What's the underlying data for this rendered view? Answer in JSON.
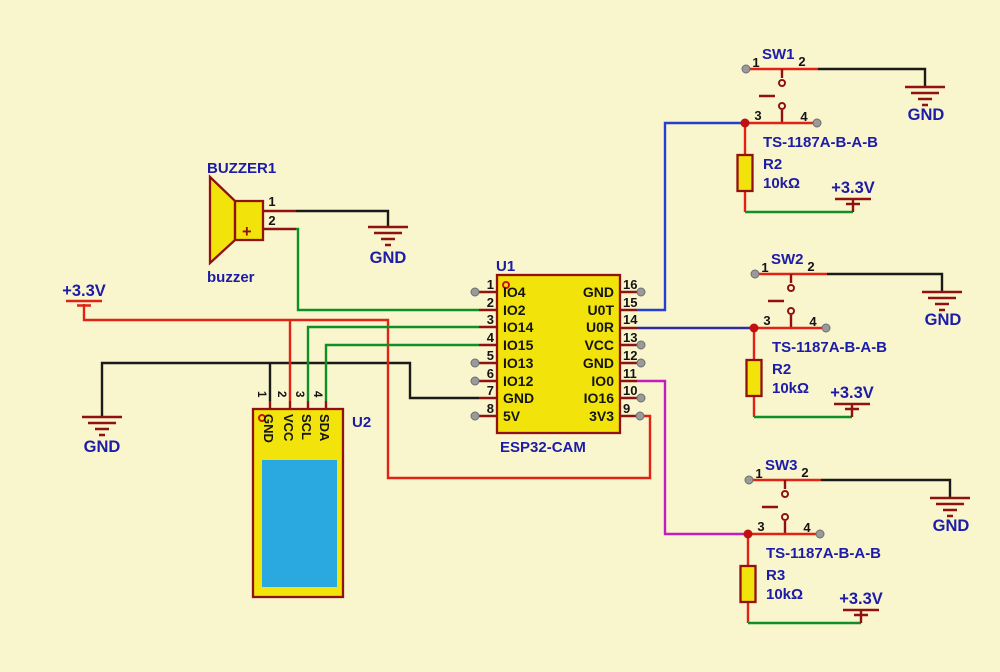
{
  "labels": {
    "gnd": "GND",
    "v33": "+3.3V"
  },
  "buzzer": {
    "ref": "BUZZER1",
    "value": "buzzer",
    "pin1": "1",
    "pin2": "2",
    "polarity": "+"
  },
  "u1": {
    "ref": "U1",
    "value": "ESP32-CAM",
    "left": [
      {
        "n": "1",
        "name": "IO4"
      },
      {
        "n": "2",
        "name": "IO2"
      },
      {
        "n": "3",
        "name": "IO14"
      },
      {
        "n": "4",
        "name": "IO15"
      },
      {
        "n": "5",
        "name": "IO13"
      },
      {
        "n": "6",
        "name": "IO12"
      },
      {
        "n": "7",
        "name": "GND"
      },
      {
        "n": "8",
        "name": "5V"
      }
    ],
    "right": [
      {
        "n": "16",
        "name": "GND"
      },
      {
        "n": "15",
        "name": "U0T"
      },
      {
        "n": "14",
        "name": "U0R"
      },
      {
        "n": "13",
        "name": "VCC"
      },
      {
        "n": "12",
        "name": "GND"
      },
      {
        "n": "11",
        "name": "IO0"
      },
      {
        "n": "10",
        "name": "IO16"
      },
      {
        "n": "9",
        "name": "3V3"
      }
    ]
  },
  "u2": {
    "ref": "U2",
    "pins": [
      {
        "n": "1",
        "name": "GND"
      },
      {
        "n": "2",
        "name": "VCC"
      },
      {
        "n": "3",
        "name": "SCL"
      },
      {
        "n": "4",
        "name": "SDA"
      }
    ]
  },
  "switches": [
    {
      "ref": "SW1",
      "part": "TS-1187A-B-A-B",
      "res_ref": "R2",
      "res_value": "10kΩ",
      "p1": "1",
      "p2": "2",
      "p3": "3",
      "p4": "4"
    },
    {
      "ref": "SW2",
      "part": "TS-1187A-B-A-B",
      "res_ref": "R2",
      "res_value": "10kΩ",
      "p1": "1",
      "p2": "2",
      "p3": "3",
      "p4": "4"
    },
    {
      "ref": "SW3",
      "part": "TS-1187A-B-A-B",
      "res_ref": "R3",
      "res_value": "10kΩ",
      "p1": "1",
      "p2": "2",
      "p3": "3",
      "p4": "4"
    }
  ],
  "colors": {
    "background": "#f9f5cd",
    "component_fill": "#f2e40a",
    "outline_maroon": "#8f1111",
    "label_blue": "#1c1ca8",
    "wire_black": "#1a1a1a",
    "wire_red": "#e02315",
    "wire_green": "#0f8f25",
    "wire_blue": "#2440cc",
    "wire_navy": "#2e2e9e",
    "wire_magenta": "#c11ec1",
    "screen_blue": "#2aa9e0",
    "terminal_grey": "#9a9a9a"
  }
}
